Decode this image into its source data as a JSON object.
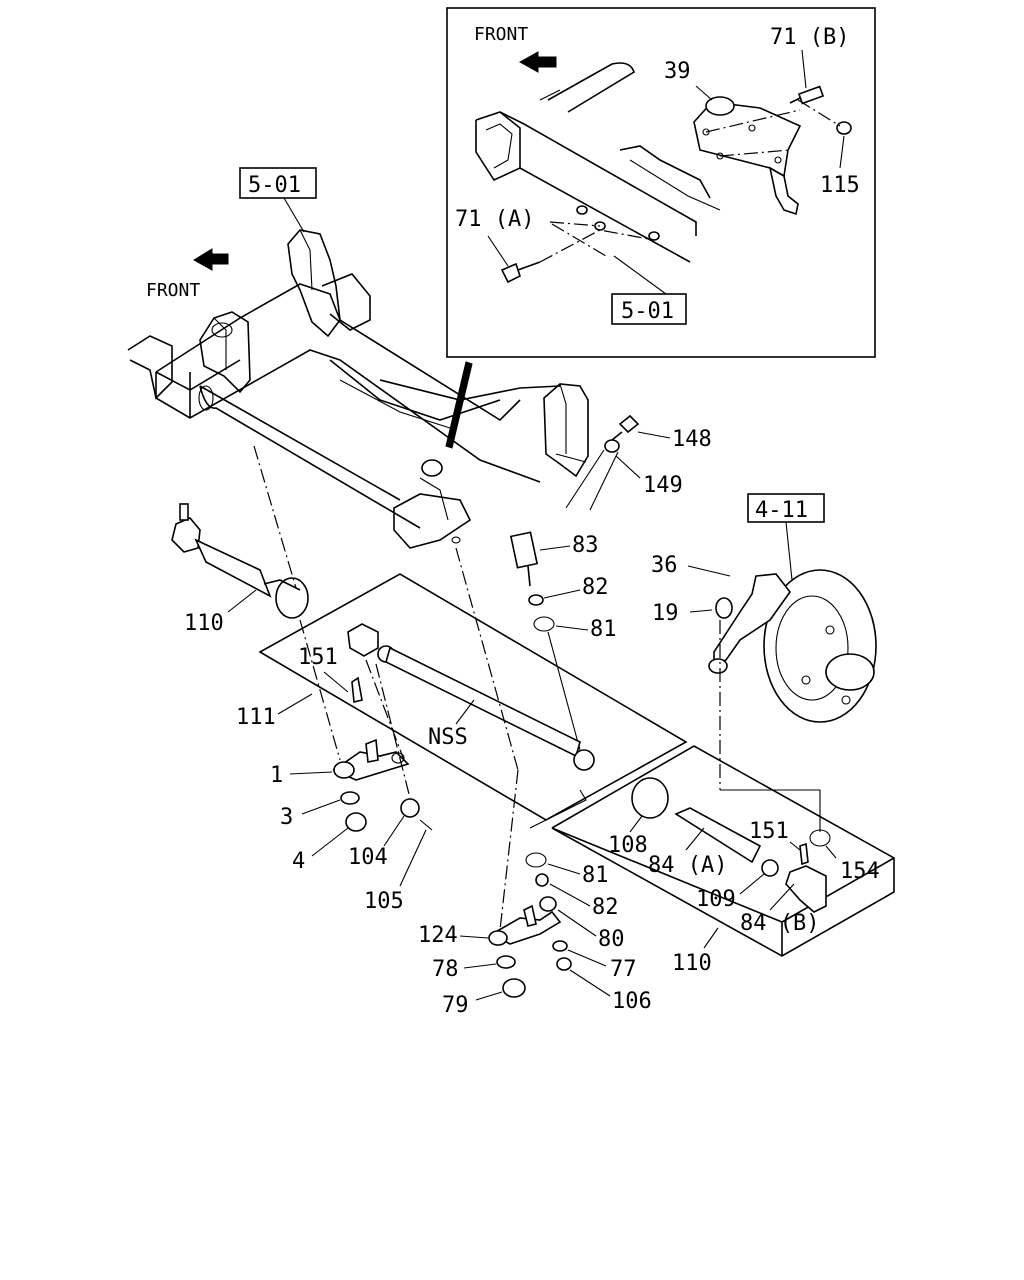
{
  "inset": {
    "front_label": "FRONT",
    "labels": {
      "l71b": "71 (B)",
      "l39": "39",
      "l115": "115",
      "l71a": "71 (A)",
      "l501": "5-01"
    }
  },
  "main": {
    "front_label": "FRONT",
    "ref_501": "5-01",
    "ref_411": "4-11",
    "labels": {
      "l148": "148",
      "l149": "149",
      "l83": "83",
      "l82a": "82",
      "l81a": "81",
      "l36": "36",
      "l19": "19",
      "l110a": "110",
      "l151a": "151",
      "l111": "111",
      "lnss": "NSS",
      "l1": "1",
      "l3": "3",
      "l4": "4",
      "l104": "104",
      "l105": "105",
      "l108": "108",
      "l84a": "84 (A)",
      "l151b": "151",
      "l154": "154",
      "l109": "109",
      "l84b": "84 (B)",
      "l110b": "110",
      "l81b": "81",
      "l82b": "82",
      "l80": "80",
      "l124": "124",
      "l77": "77",
      "l78": "78",
      "l106": "106",
      "l79": "79"
    }
  }
}
